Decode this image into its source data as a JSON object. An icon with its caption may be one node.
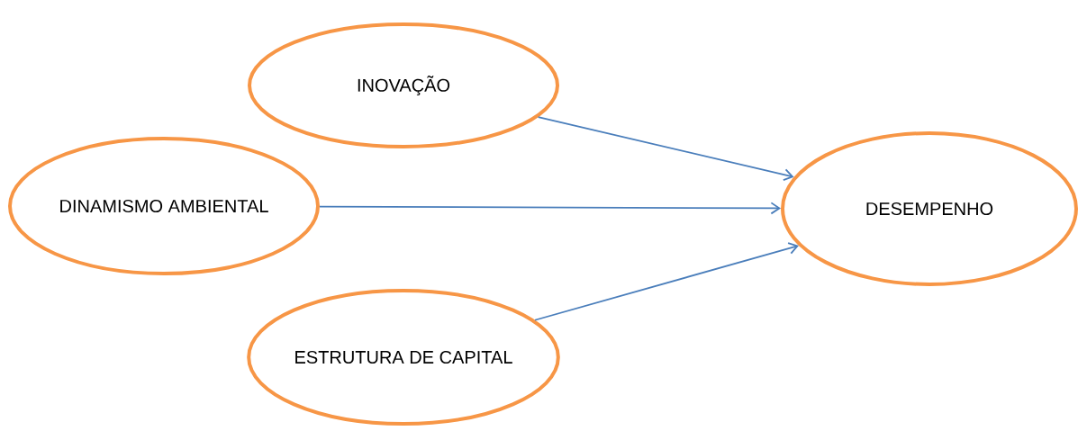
{
  "diagram": {
    "nodes": [
      {
        "text": [
          "INOVAÇÃO"
        ]
      },
      {
        "text": [
          "DINAMISMO AMBIENTAL"
        ]
      },
      {
        "text": [
          "DESEMPENHO"
        ]
      },
      {
        "text": [
          "ESTRUTURA DE CAPITAL"
        ]
      }
    ],
    "edges": [
      {
        "from": 0,
        "to": 2,
        "arrow": "to"
      },
      {
        "from": 1,
        "to": 2,
        "arrow": "to"
      },
      {
        "from": 3,
        "to": 2,
        "arrow": "to"
      }
    ]
  }
}
